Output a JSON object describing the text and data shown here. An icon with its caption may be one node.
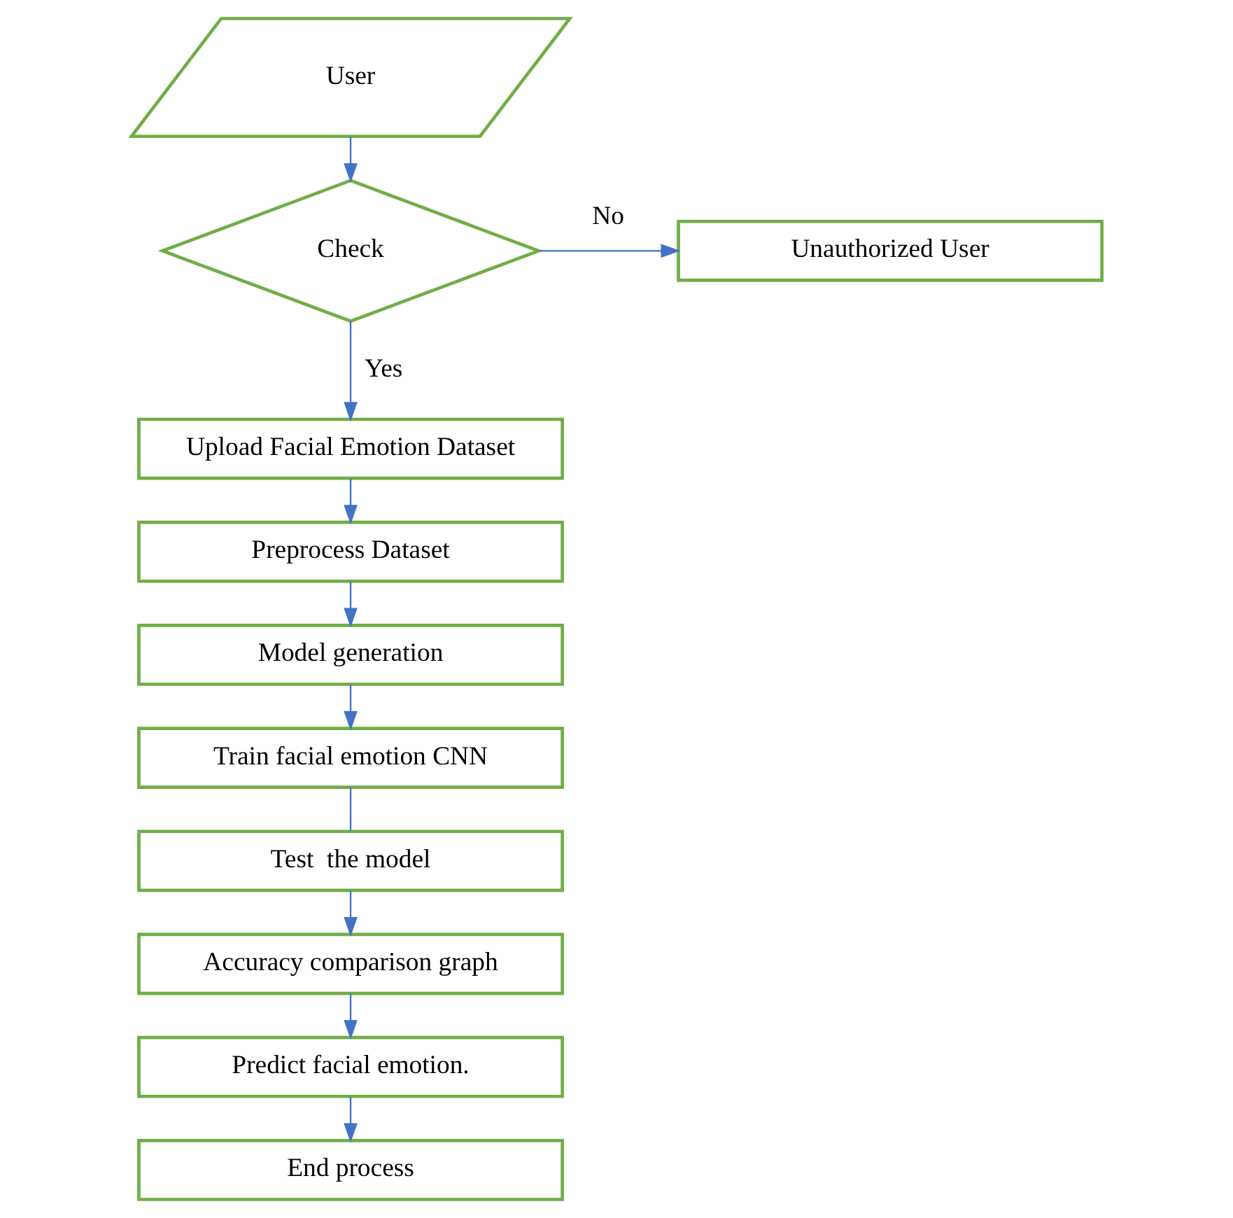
{
  "diagram": {
    "nodes": [
      {
        "text": [
          "User"
        ]
      },
      {
        "text": [
          "Check"
        ]
      },
      {
        "text": [
          "Unauthorized User"
        ]
      },
      {
        "text": [
          "Upload Facial Emotion Dataset"
        ]
      },
      {
        "text": [
          "Preprocess Dataset"
        ]
      },
      {
        "text": [
          "Model generation"
        ]
      },
      {
        "text": [
          "Train facial emotion CNN"
        ]
      },
      {
        "text": [
          "Test  the model"
        ]
      },
      {
        "text": [
          "Accuracy comparison graph"
        ]
      },
      {
        "text": [
          "Predict facial emotion."
        ]
      },
      {
        "text": [
          "End process"
        ]
      }
    ],
    "edges": [
      {
        "from": 0,
        "to": 1,
        "arrow": "to"
      },
      {
        "from": 1,
        "to": 2,
        "arrow": "to",
        "label": "No"
      },
      {
        "from": 1,
        "to": 3,
        "arrow": "to",
        "label": "Yes"
      },
      {
        "from": 3,
        "to": 4,
        "arrow": "to"
      },
      {
        "from": 4,
        "to": 5,
        "arrow": "to"
      },
      {
        "from": 5,
        "to": 6,
        "arrow": "to"
      },
      {
        "from": 6,
        "to": 7,
        "arrow": "none"
      },
      {
        "from": 7,
        "to": 8,
        "arrow": "to"
      },
      {
        "from": 8,
        "to": 9,
        "arrow": "to"
      },
      {
        "from": 9,
        "to": 10,
        "arrow": "to"
      }
    ]
  }
}
